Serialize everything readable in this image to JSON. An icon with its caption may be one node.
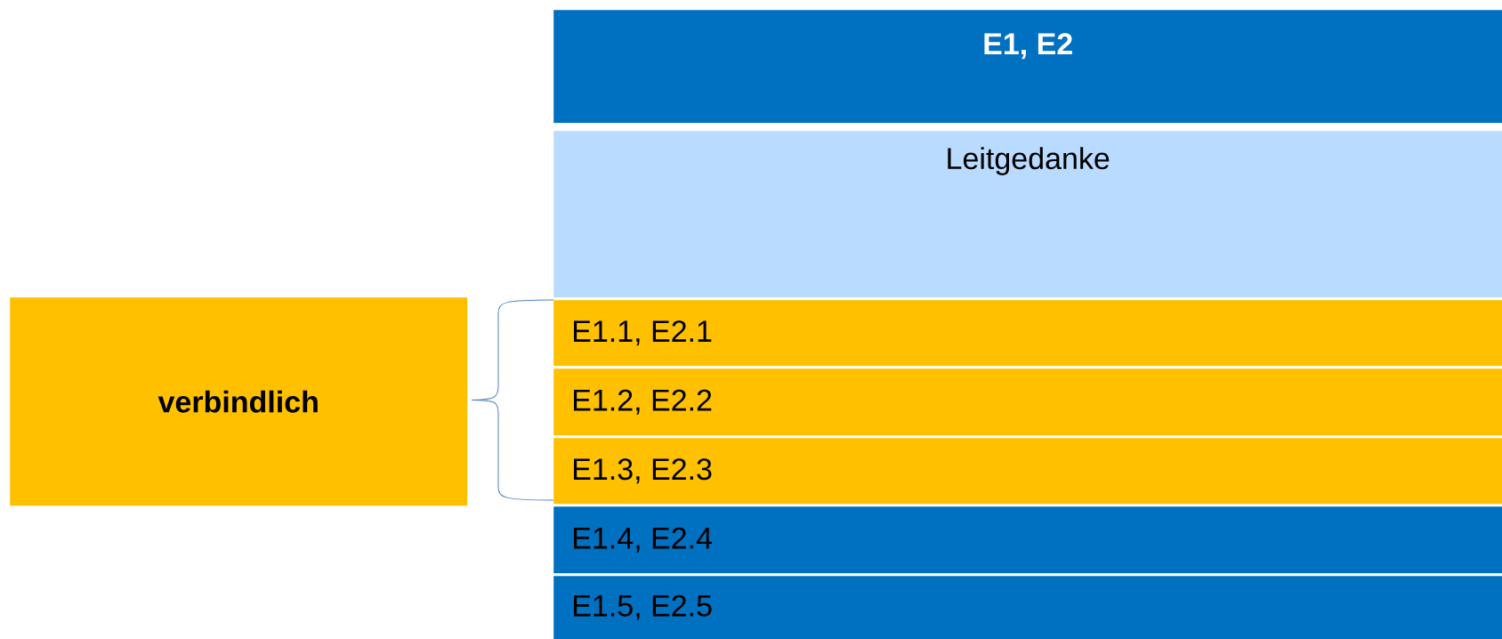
{
  "diagram": {
    "nodes": [
      {
        "text": [
          "E1, E2"
        ]
      },
      {
        "text": [
          "Leitgedanke"
        ]
      },
      {
        "text": [
          "E1.1, E2.1"
        ]
      },
      {
        "text": [
          "E1.2, E2.2"
        ]
      },
      {
        "text": [
          "E1.3, E2.3"
        ]
      },
      {
        "text": [
          "E1.4, E2.4"
        ]
      },
      {
        "text": [
          "E1.5, E2.5"
        ]
      },
      {
        "text": [
          "verbindlich"
        ]
      }
    ]
  }
}
